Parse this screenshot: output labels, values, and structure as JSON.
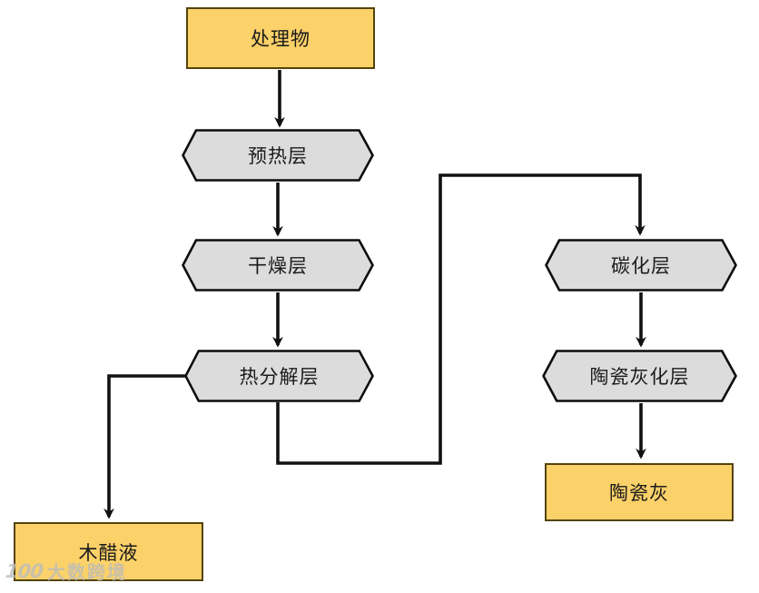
{
  "diagram": {
    "nodes": {
      "feedstock": {
        "label": "处理物",
        "type": "terminal"
      },
      "preheat": {
        "label": "预热层",
        "type": "layer"
      },
      "drying": {
        "label": "干燥层",
        "type": "layer"
      },
      "pyrolysis": {
        "label": "热分解层",
        "type": "layer"
      },
      "carbonization": {
        "label": "碳化层",
        "type": "layer"
      },
      "ceramic_ashing": {
        "label": "陶瓷灰化层",
        "type": "layer"
      },
      "ceramic_ash": {
        "label": "陶瓷灰",
        "type": "terminal"
      },
      "wood_vinegar": {
        "label": "木醋液",
        "type": "terminal"
      }
    },
    "edges": [
      {
        "from": "feedstock",
        "to": "preheat",
        "route": "down"
      },
      {
        "from": "preheat",
        "to": "drying",
        "route": "down"
      },
      {
        "from": "drying",
        "to": "pyrolysis",
        "route": "down"
      },
      {
        "from": "pyrolysis",
        "to": "carbonization",
        "route": "down-right-up-right-down"
      },
      {
        "from": "pyrolysis",
        "to": "wood_vinegar",
        "route": "left-down"
      },
      {
        "from": "carbonization",
        "to": "ceramic_ashing",
        "route": "down"
      },
      {
        "from": "ceramic_ashing",
        "to": "ceramic_ash",
        "route": "down"
      }
    ],
    "colors": {
      "terminal_fill": "#FBD169",
      "terminal_border": "#54430B",
      "layer_fill": "#DCDCDC",
      "layer_border": "#0D0D0D",
      "connector": "#111111",
      "text": "#1B1B1B",
      "watermark": "#BCBCBC"
    }
  },
  "watermark": {
    "logo": "100",
    "text": "大数跨境"
  }
}
